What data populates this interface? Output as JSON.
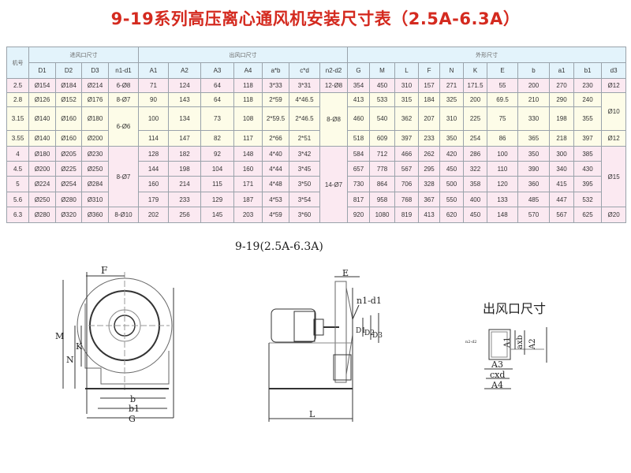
{
  "title": "9-19系列高压离心通风机安装尺寸表（2.5A-6.3A）",
  "table": {
    "col_model": "机号",
    "groups": {
      "inlet": "进风口尺寸",
      "outlet": "出风口尺寸",
      "outline": "外形尺寸"
    },
    "columns": [
      "D1",
      "D2",
      "D3",
      "n1-d1",
      "A1",
      "A2",
      "A3",
      "A4",
      "a*b",
      "c*d",
      "n2-d2",
      "G",
      "M",
      "L",
      "F",
      "N",
      "K",
      "E",
      "b",
      "a1",
      "b1",
      "d3"
    ],
    "rows": [
      [
        "2.5",
        "Ø154",
        "Ø184",
        "Ø214",
        "6-Ø8",
        "71",
        "124",
        "64",
        "118",
        "3*33",
        "3*31",
        "12-Ø8",
        "354",
        "450",
        "310",
        "157",
        "271",
        "171.5",
        "55",
        "200",
        "270",
        "230",
        "Ø12"
      ],
      [
        "2.8",
        "Ø126",
        "Ø152",
        "Ø176",
        "8-Ø7",
        "90",
        "143",
        "64",
        "118",
        "2*59",
        "4*46.5",
        "8-Ø8",
        "413",
        "533",
        "315",
        "184",
        "325",
        "200",
        "69.5",
        "210",
        "290",
        "240",
        "Ø10"
      ],
      [
        "3.15",
        "Ø140",
        "Ø160",
        "Ø180",
        "6-Ø6",
        "100",
        "134",
        "73",
        "108",
        "2*59.5",
        "2*46.5",
        null,
        "460",
        "540",
        "362",
        "207",
        "310",
        "225",
        "75",
        "330",
        "198",
        "355",
        null
      ],
      [
        "3.55",
        "Ø140",
        "Ø160",
        "Ø200",
        null,
        "114",
        "147",
        "82",
        "117",
        "2*66",
        "2*51",
        null,
        "518",
        "609",
        "397",
        "233",
        "350",
        "254",
        "86",
        "365",
        "218",
        "397",
        "Ø12"
      ],
      [
        "4",
        "Ø180",
        "Ø205",
        "Ø230",
        "8-Ø7",
        "128",
        "182",
        "92",
        "148",
        "4*40",
        "3*42",
        "14-Ø7",
        "584",
        "712",
        "466",
        "262",
        "420",
        "286",
        "100",
        "350",
        "300",
        "385",
        "Ø15"
      ],
      [
        "4.5",
        "Ø200",
        "Ø225",
        "Ø250",
        null,
        "144",
        "198",
        "104",
        "160",
        "4*44",
        "3*45",
        null,
        "657",
        "778",
        "567",
        "295",
        "450",
        "322",
        "110",
        "390",
        "340",
        "430",
        null
      ],
      [
        "5",
        "Ø224",
        "Ø254",
        "Ø284",
        null,
        "160",
        "214",
        "115",
        "171",
        "4*48",
        "3*50",
        null,
        "730",
        "864",
        "706",
        "328",
        "500",
        "358",
        "120",
        "360",
        "415",
        "395",
        null
      ],
      [
        "5.6",
        "Ø250",
        "Ø280",
        "Ø310",
        null,
        "179",
        "233",
        "129",
        "187",
        "4*53",
        "3*54",
        null,
        "817",
        "958",
        "768",
        "367",
        "550",
        "400",
        "133",
        "485",
        "447",
        "532",
        null
      ],
      [
        "6.3",
        "Ø280",
        "Ø320",
        "Ø360",
        "8-Ø10",
        "202",
        "256",
        "145",
        "203",
        "4*59",
        "3*60",
        null,
        "920",
        "1080",
        "819",
        "413",
        "620",
        "450",
        "148",
        "570",
        "567",
        "625",
        "Ø20"
      ]
    ]
  },
  "drawing": {
    "subtitle": "9-19(2.5A-6.3A)",
    "front_labels": {
      "F": "F",
      "M": "M",
      "N": "N",
      "K": "K",
      "b": "b",
      "b1": "b1",
      "G": "G"
    },
    "side_labels": {
      "E": "E",
      "n1d1": "n1-d1",
      "D1": "D1",
      "D2": "D2",
      "D3": "D3",
      "L": "L"
    },
    "outlet": {
      "title": "出风口尺寸",
      "n2d2": "n2-d2",
      "A1": "A1",
      "axb": "axb",
      "A2": "A2",
      "A3": "A3",
      "cxd": "cxd",
      "A4": "A4"
    }
  },
  "colors": {
    "title": "#d42a1f",
    "header_bg": "#e3f3fb",
    "pink_row": "#fbe9f1",
    "yellow_row": "#fdfce8"
  }
}
